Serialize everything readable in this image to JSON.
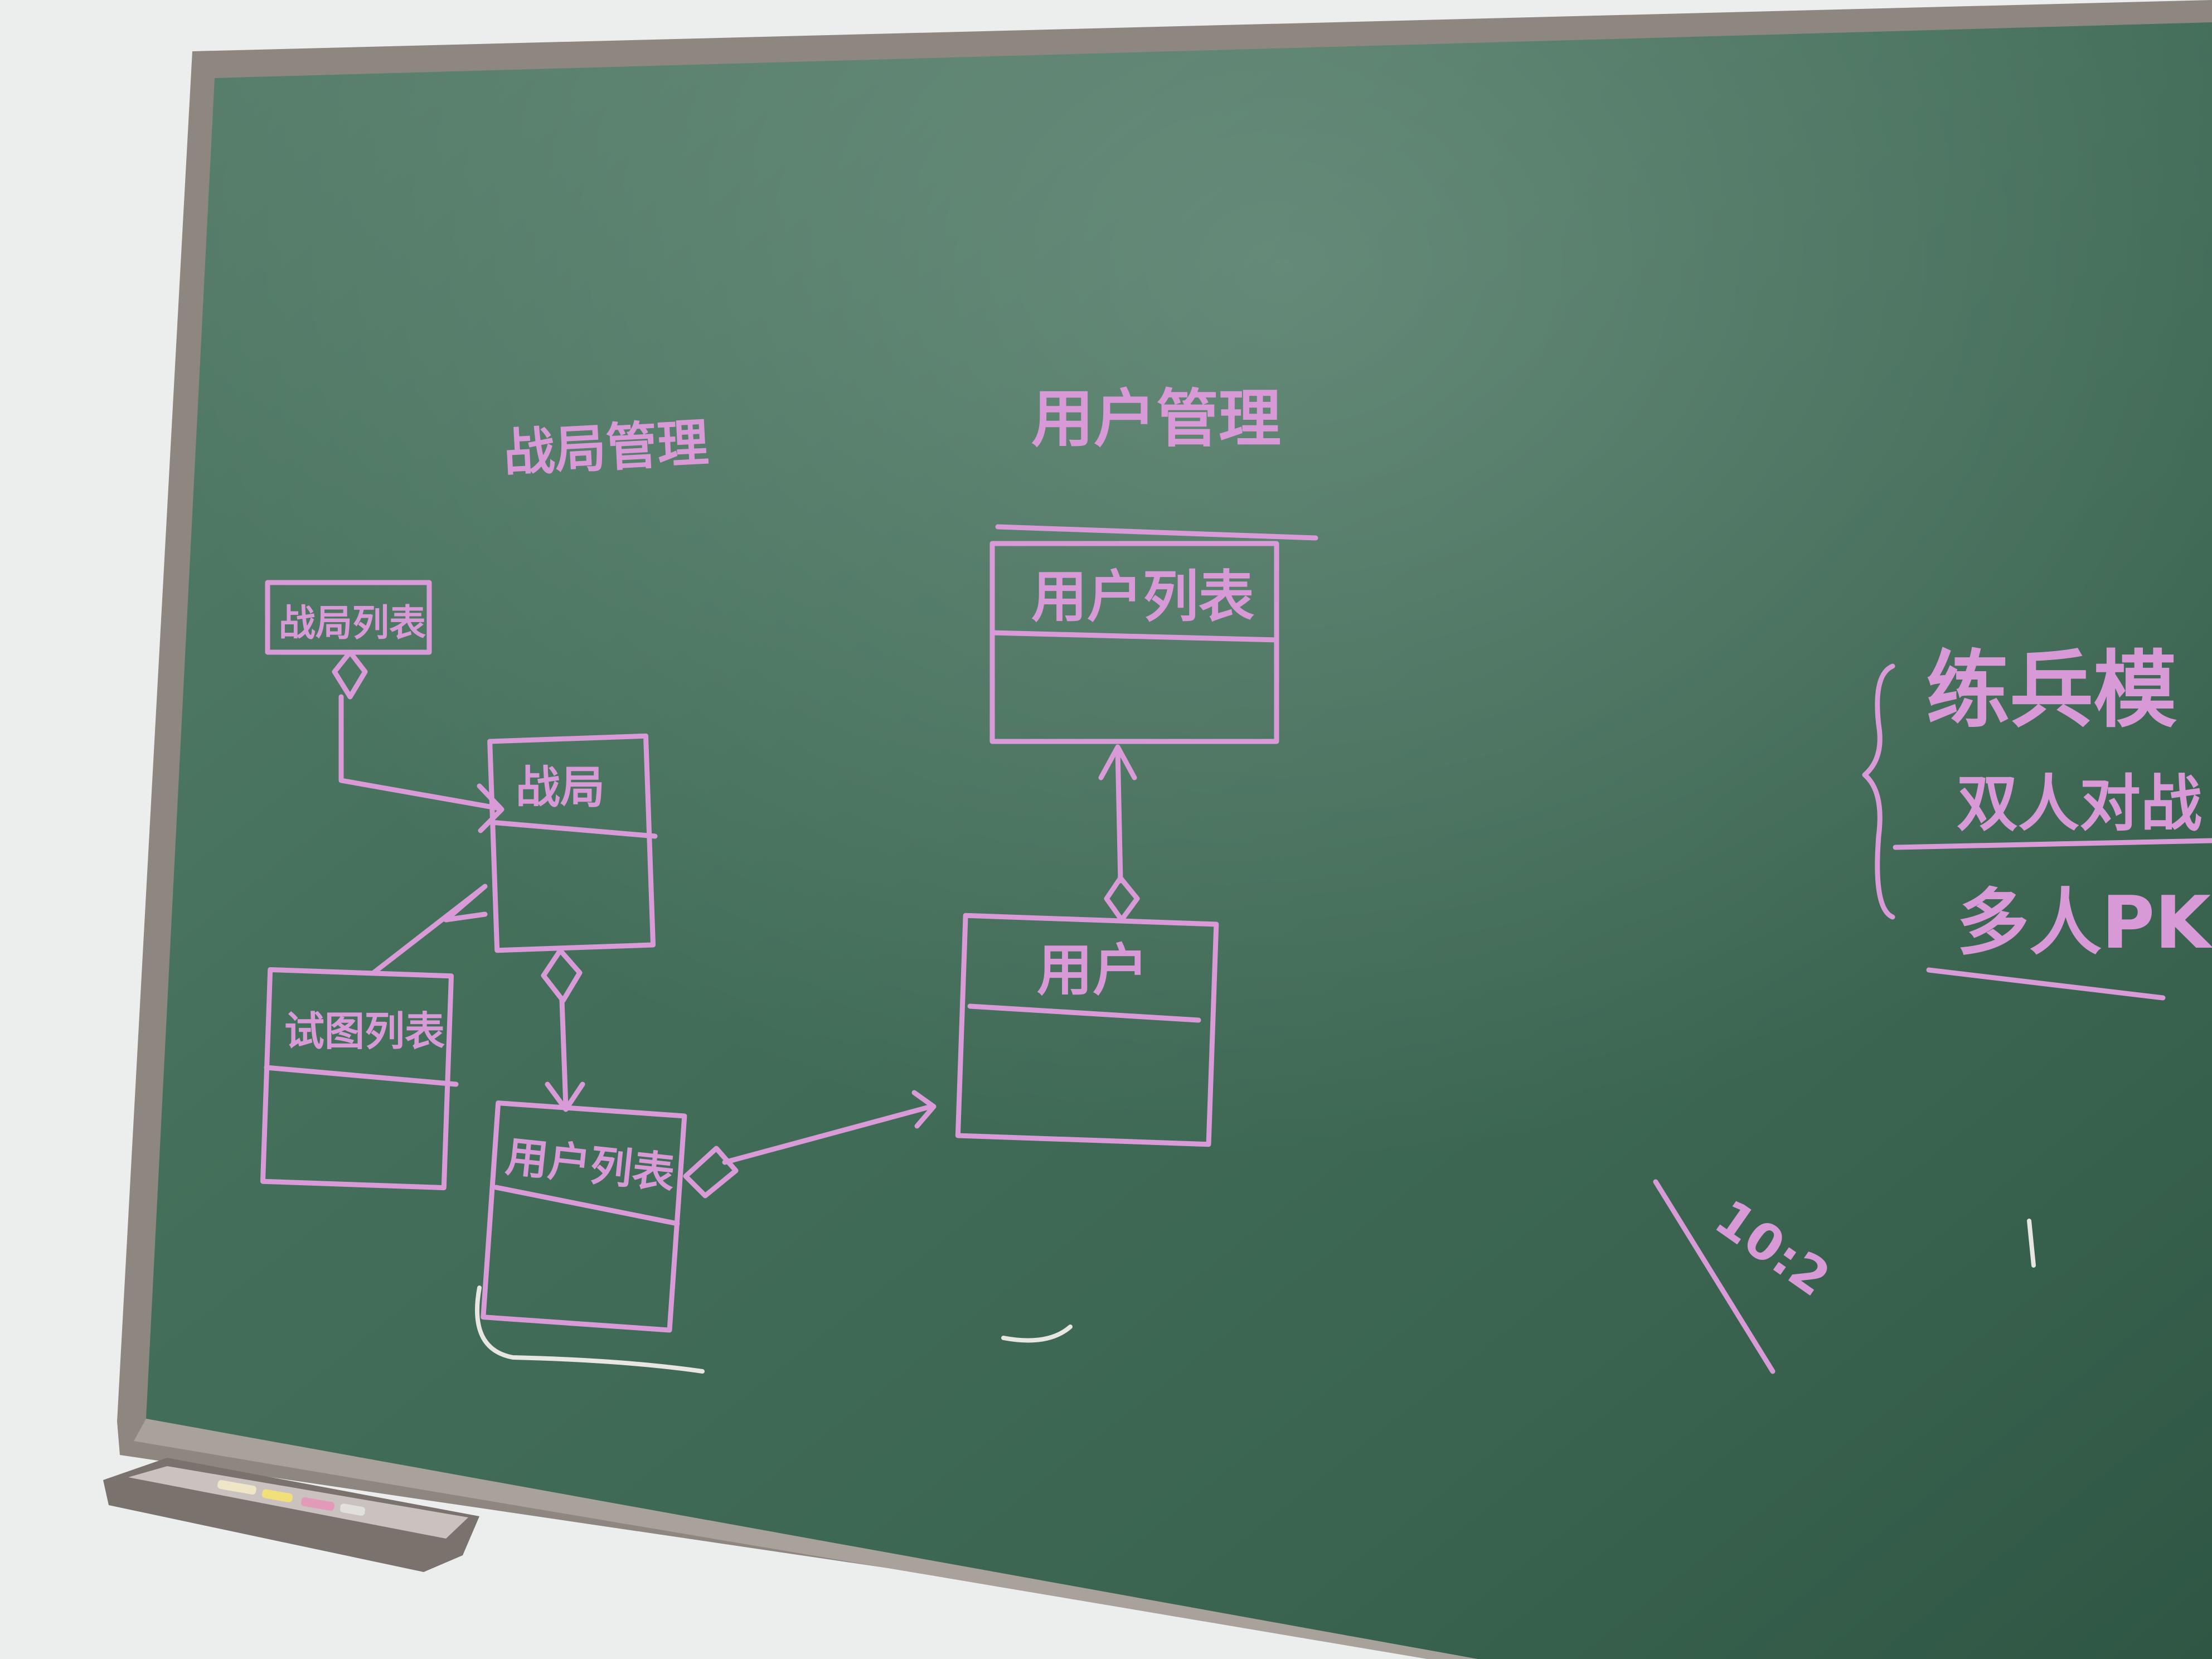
{
  "board": {
    "section_titles": {
      "match_management": "战局管理",
      "user_management": "用户管理"
    },
    "left_diagram": {
      "match_list": "战局列表",
      "match": "战局",
      "spectator_list": "试图列表",
      "user_list": "用户列表"
    },
    "right_diagram": {
      "user_list": "用户列表",
      "user": "用户"
    },
    "side_notes": {
      "practice": "练兵模",
      "duel": "双人对战",
      "multi_pk": "多人PK"
    },
    "scribble": "10:2"
  },
  "colors": {
    "board": "#3d6a55",
    "frame": "#8b847c",
    "wall": "#e9ebea",
    "chalk_pink": "#d99bd8"
  }
}
